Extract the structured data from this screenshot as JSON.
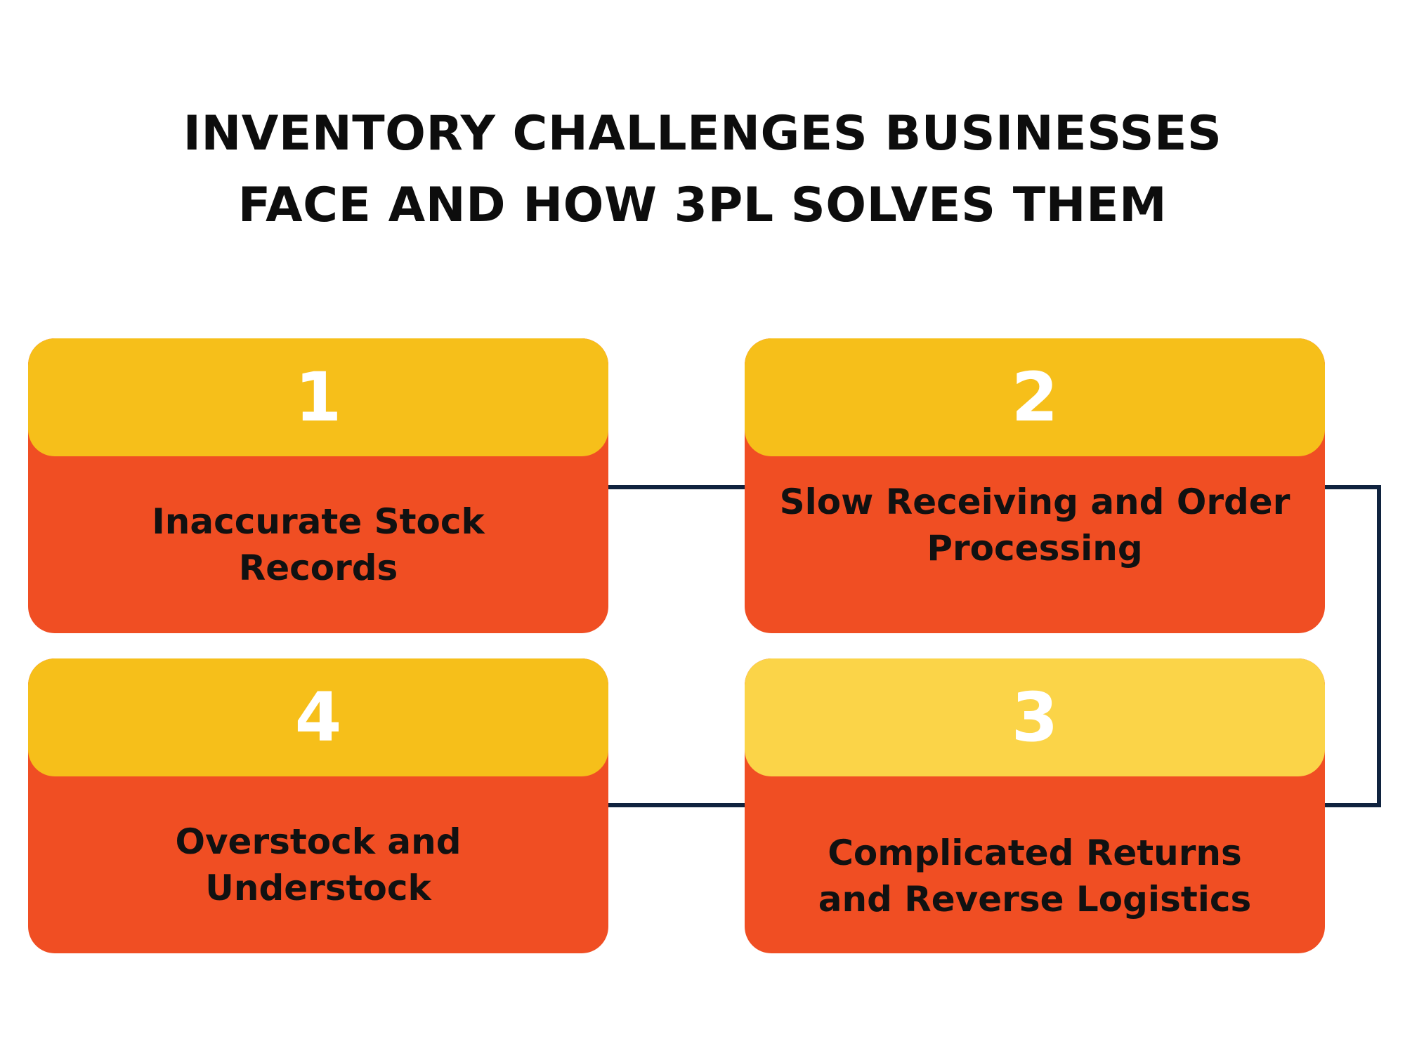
{
  "title": {
    "line1": "INVENTORY CHALLENGES BUSINESSES",
    "line2": "FACE AND HOW 3PL SOLVES THEM"
  },
  "cards": [
    {
      "number": "1",
      "label": "Inaccurate Stock Records"
    },
    {
      "number": "2",
      "label": "Slow Receiving and Order Processing"
    },
    {
      "number": "3",
      "label": "Complicated Returns and Reverse Logistics"
    },
    {
      "number": "4",
      "label": "Overstock and Understock"
    }
  ],
  "colors": {
    "header": "#f6bf1a",
    "header_light": "#fbd448",
    "body": "#f04e23",
    "connector": "#10233f",
    "text": "#111111",
    "number": "#ffffff"
  }
}
